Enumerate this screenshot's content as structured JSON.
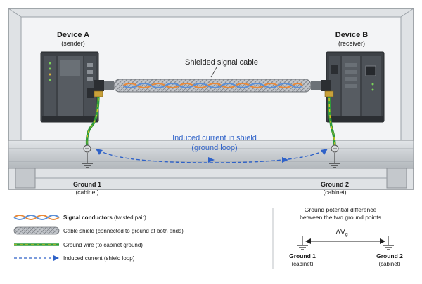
{
  "devices": {
    "a": {
      "title": "Device A",
      "role": "(sender)"
    },
    "b": {
      "title": "Device B",
      "role": "(receiver)"
    }
  },
  "cable": {
    "label": "Shielded signal cable"
  },
  "loop": {
    "label_line1": "Induced current in shield",
    "label_line2": "(ground loop)"
  },
  "grounds": {
    "g1": {
      "name": "Ground 1",
      "sub": "(cabinet)"
    },
    "g2": {
      "name": "Ground 2",
      "sub": "(cabinet)"
    }
  },
  "legend": [
    {
      "bold": "Signal conductors",
      "rest": " (twisted pair)",
      "icon": "twisted-pair-icon"
    },
    {
      "bold": "",
      "rest": "Cable shield (connected to ground at both ends)",
      "icon": "braided-shield-icon"
    },
    {
      "bold": "",
      "rest": "Ground wire (to cabinet ground)",
      "icon": "ground-wire-icon"
    },
    {
      "bold": "",
      "rest": "Induced current (shield loop)",
      "icon": "dashed-arrow-icon"
    }
  ],
  "potential": {
    "title_line1": "Ground potential difference",
    "title_line2": "between the two ground points",
    "symbol": "ΔV",
    "subscript": "g",
    "g1": {
      "name": "Ground 1",
      "sub": "(cabinet)"
    },
    "g2": {
      "name": "Ground 2",
      "sub": "(cabinet)"
    }
  },
  "colors": {
    "cabinet": "#cfd3d7",
    "cabinet_inner": "#eef0f2",
    "device_dark": "#3d4146",
    "device_mid": "#5a5f65",
    "shield": "#b9bcc1",
    "conductor_orange": "#e88a3a",
    "conductor_blue": "#5b8fd6",
    "ground_green": "#2f9b3a",
    "ground_yellow": "#d8c420",
    "induced_blue": "#2f62c8",
    "text": "#1c1c1c"
  }
}
